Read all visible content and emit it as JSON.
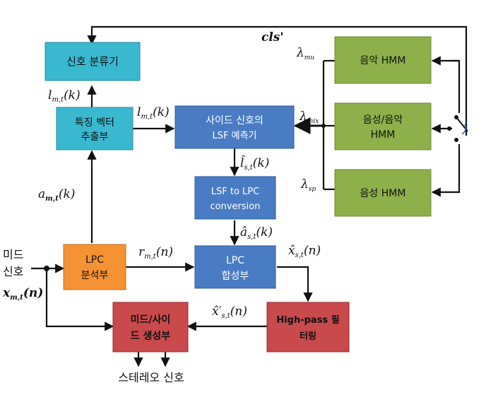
{
  "blocks": {
    "classifier": "신호 분류기",
    "feature_line1": "특징 벡터",
    "feature_line2": "추출부",
    "side_lsf_line1": "사이드 신호의",
    "side_lsf_line2": "LSF 예측기",
    "lsf_to_lpc_line1": "LSF to LPC",
    "lsf_to_lpc_line2": "conversion",
    "lpc_analysis_line1": "LPC",
    "lpc_analysis_line2": "분석부",
    "lpc_synthesis_line1": "LPC",
    "lpc_synthesis_line2": "합성부",
    "mid_side_line1": "미드/사이",
    "mid_side_line2": "드 생성부",
    "highpass_line1": "High-pass  필",
    "highpass_line2": "터링",
    "music_hmm": "음악 HMM",
    "speech_music_line1": "음성/음악",
    "speech_music_line2": "HMM",
    "speech_hmm": "음성 HMM"
  },
  "labels": {
    "cls": "cls'",
    "l_mt_classifier": "l",
    "l_mt_classifier_sub": "m,t",
    "l_mt_classifier_arg": "(k)",
    "l_mt_feature": "l",
    "l_mt_feature_sub": "m,t",
    "l_mt_feature_arg": "(k)",
    "a_mt": "a",
    "a_mt_sub": "m,t",
    "a_mt_arg": "(k)",
    "l_hat": "l̂",
    "l_hat_sub": "s,t",
    "l_hat_arg": "(k)",
    "a_hat": "â",
    "a_hat_sub": "s,t",
    "a_hat_arg": "(k)",
    "r_mt": "r",
    "r_mt_sub": "m,t",
    "r_mt_arg": "(n)",
    "x_hat": "x̂",
    "x_hat_sub": "s,t",
    "x_hat_arg": "(n)",
    "x_hat_prime": "x̂′",
    "x_hat_prime_sub": "s,t",
    "x_hat_prime_arg": "(n)",
    "x_mt": "x",
    "x_mt_sub": "m,t",
    "x_mt_arg": "(n)",
    "lambda_mu": "λ",
    "lambda_mu_sub": "mu",
    "lambda_mix": "λ",
    "lambda_mix_sub": "mix",
    "lambda_sp": "λ",
    "lambda_sp_sub": "sp",
    "mid_signal_line1": "미드",
    "mid_signal_line2": "신호",
    "stereo_output": "스테레오 신호"
  },
  "colors": {
    "cyan_block": "#3ab8d0",
    "blue_block": "#4a7cc4",
    "orange_block": "#f59233",
    "red_block": "#c94a4c",
    "green_block": "#8db04a",
    "line": "#111111"
  }
}
